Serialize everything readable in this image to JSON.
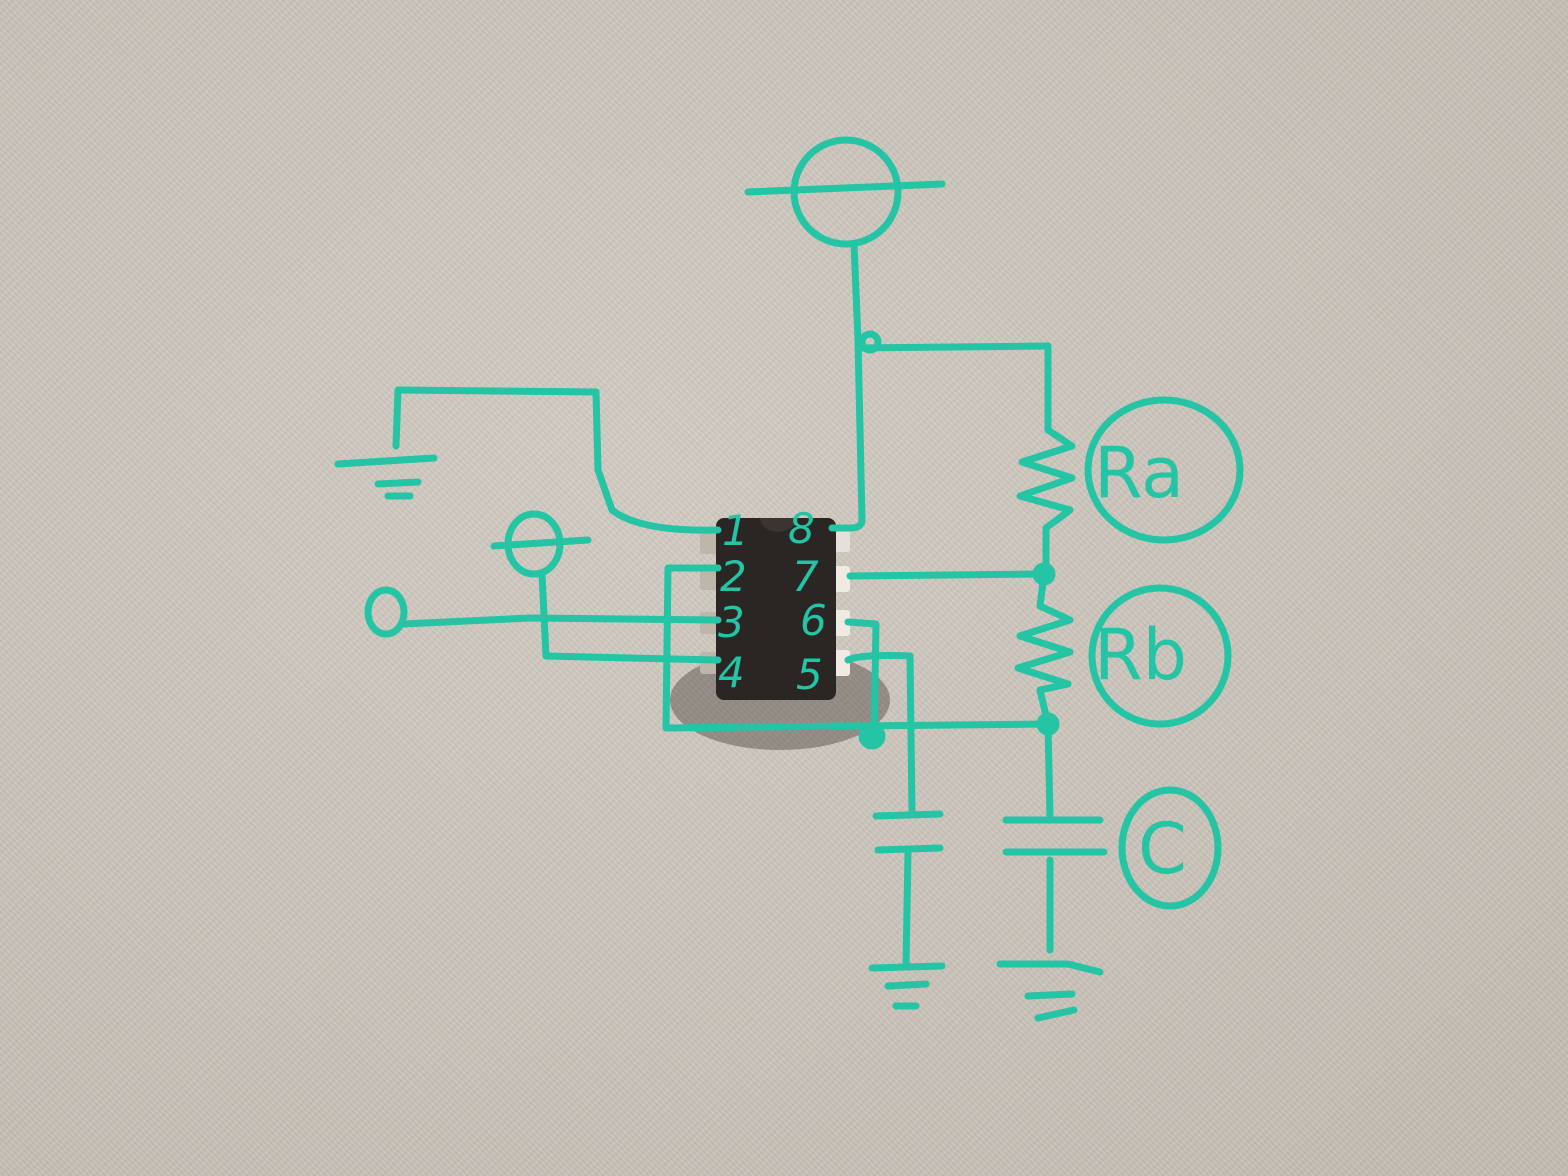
{
  "scene": {
    "description": "Photo of an 8-pin DIP IC on fabric with a hand-drawn teal schematic overlay (astable timer circuit)",
    "background_color": "#cbc5bc",
    "ink_color": "#24c4a4",
    "chip_color": "#2a2624"
  },
  "chip": {
    "package": "DIP-8",
    "pins": [
      {
        "number": "1",
        "label": "1"
      },
      {
        "number": "2",
        "label": "2"
      },
      {
        "number": "3",
        "label": "3"
      },
      {
        "number": "4",
        "label": "4"
      },
      {
        "number": "5",
        "label": "5"
      },
      {
        "number": "6",
        "label": "6"
      },
      {
        "number": "7",
        "label": "7"
      },
      {
        "number": "8",
        "label": "8"
      }
    ]
  },
  "components": {
    "ra": {
      "label": "Ra",
      "type": "resistor"
    },
    "rb": {
      "label": "Rb",
      "type": "resistor"
    },
    "c": {
      "label": "C",
      "type": "capacitor"
    }
  },
  "symbols": {
    "vcc_main": "power-supply-symbol",
    "vcc_reset": "power-supply-symbol",
    "ground_pin1": "ground-symbol",
    "ground_cap5": "ground-symbol",
    "ground_capC": "ground-symbol",
    "output": "output-terminal"
  }
}
